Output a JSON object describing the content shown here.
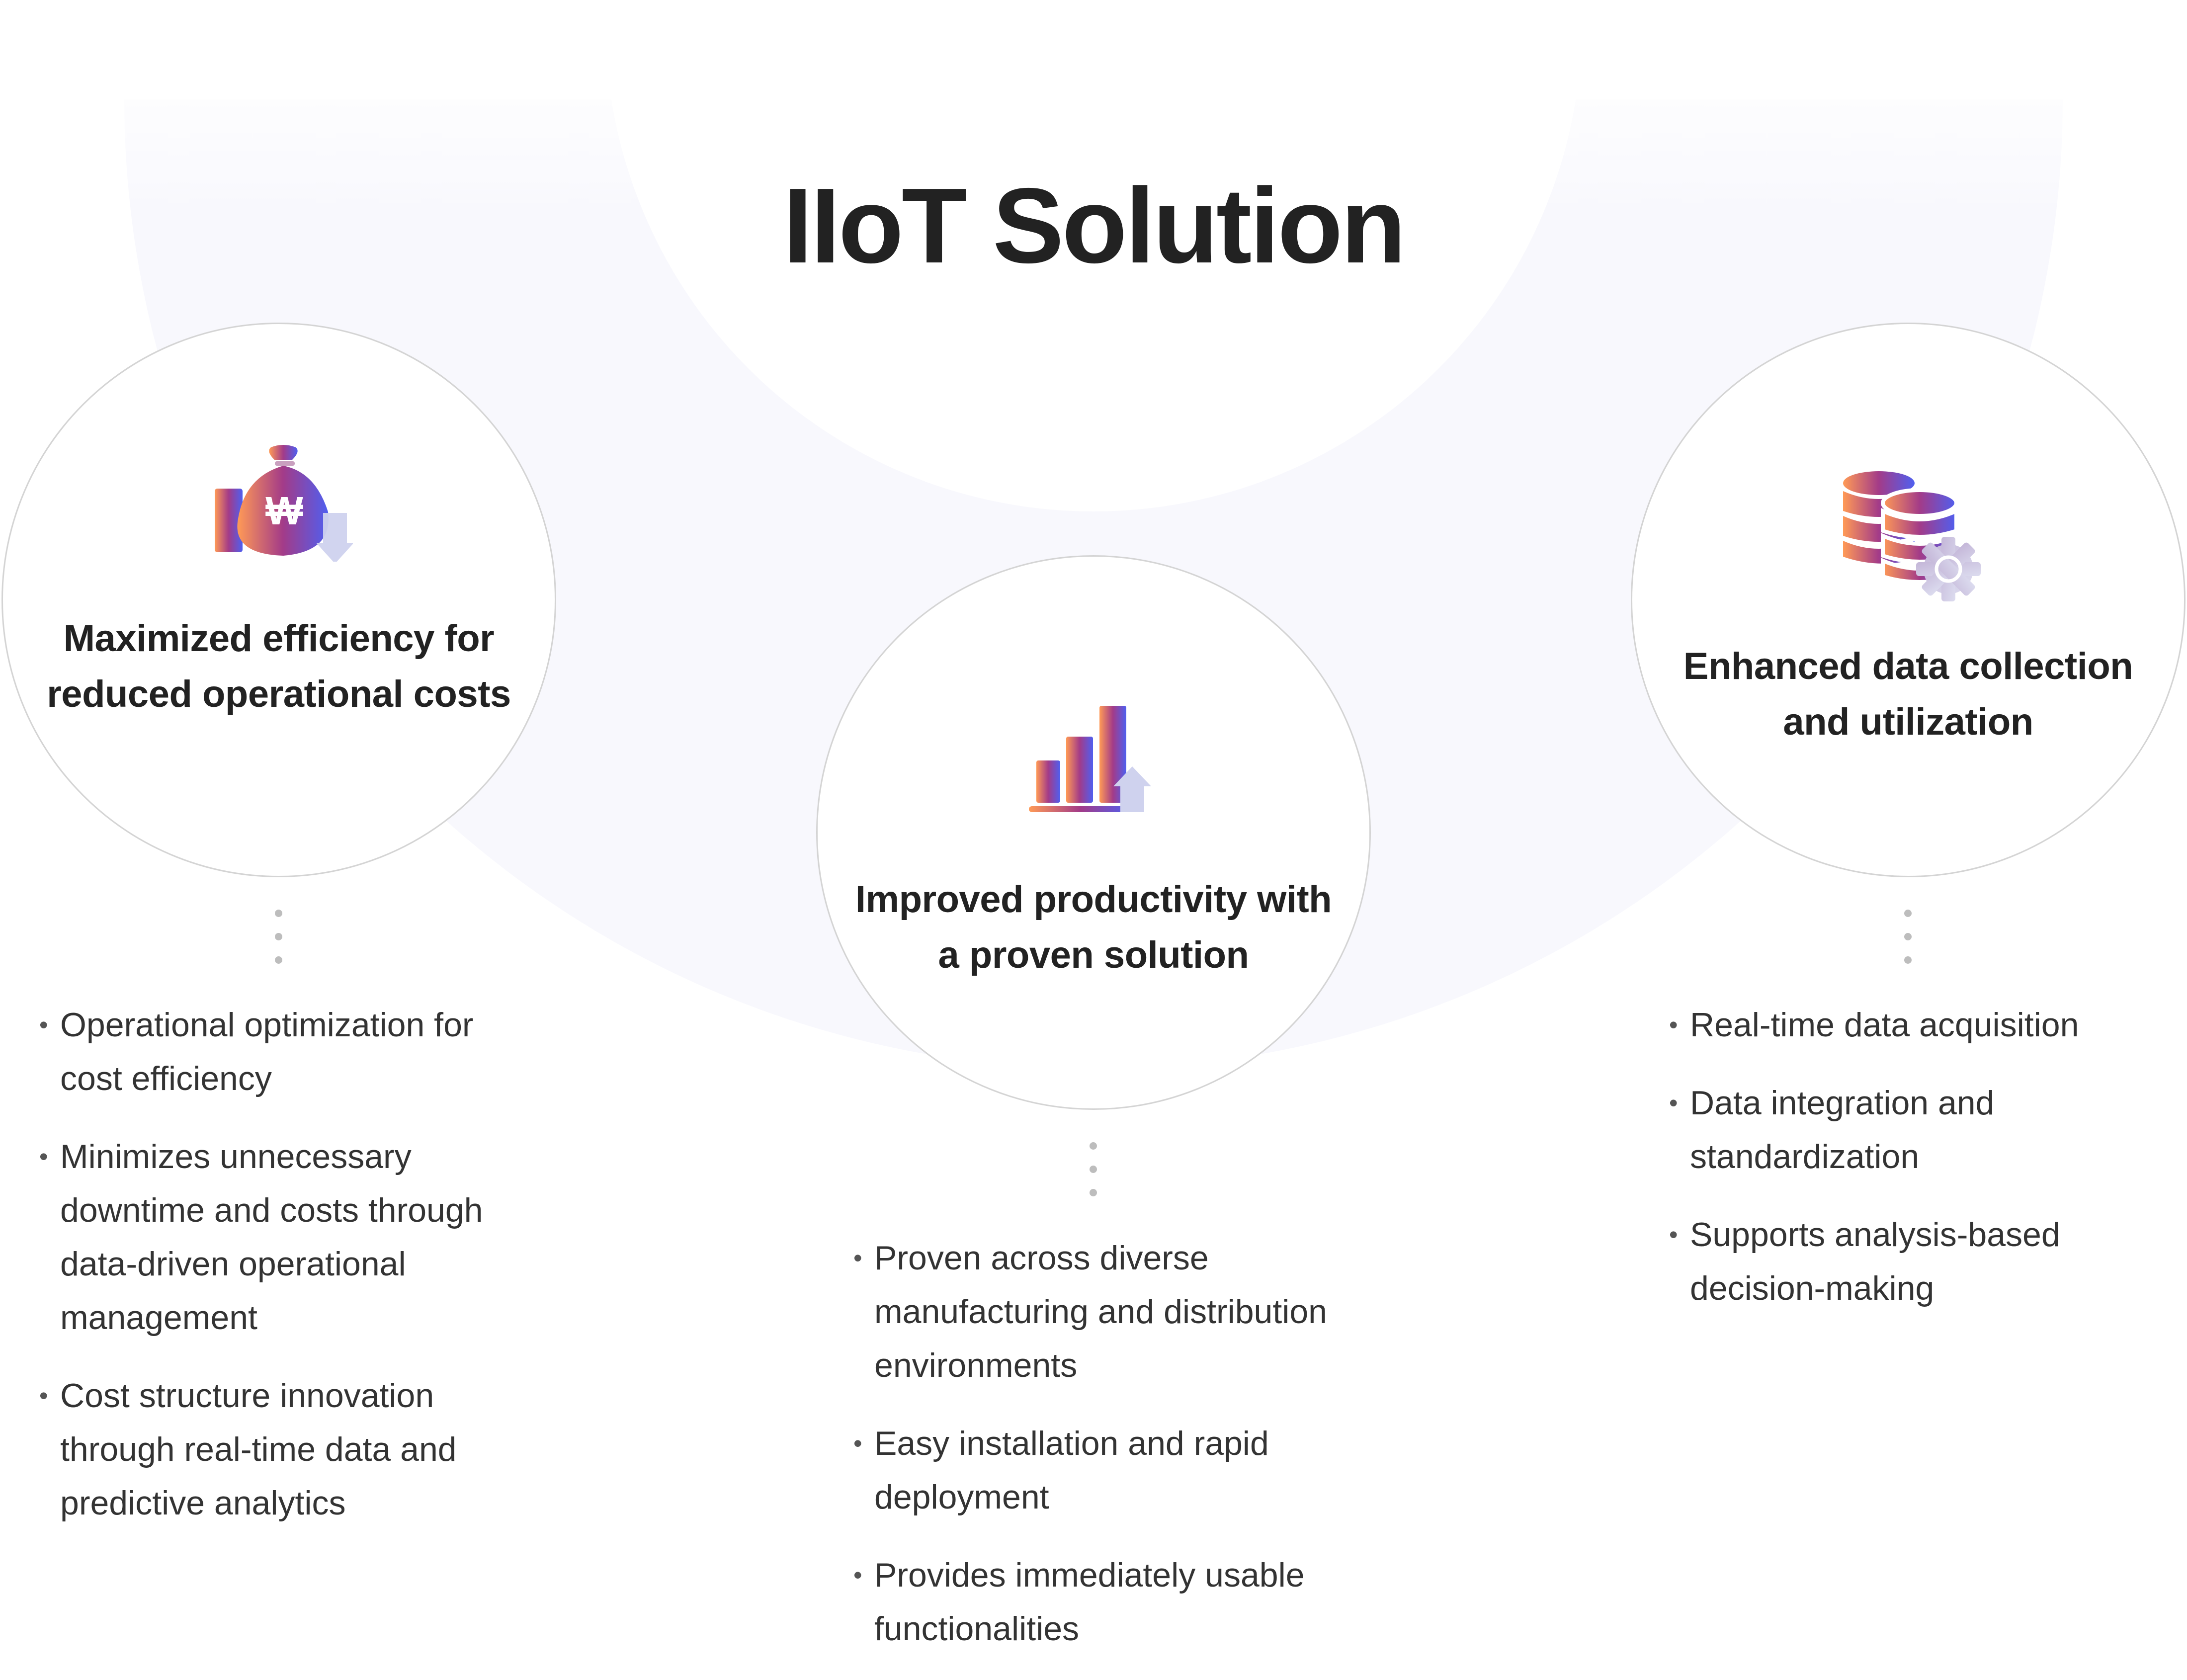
{
  "title": "IIoT Solution",
  "colors": {
    "gradient_start": "#ff9a56",
    "gradient_mid": "#a33b88",
    "gradient_end": "#4f5ff0",
    "accent_light": "#cfd0ee",
    "arc_bg": "#f8f8fd"
  },
  "cards": [
    {
      "icon": "money-bag-won-icon",
      "heading": "Maximized efficiency for reduced operational costs",
      "bullets": [
        "Operational optimization for cost efficiency",
        "Minimizes unnecessary downtime and costs through data-driven operational management",
        "Cost structure innovation through real-time data and predictive analytics"
      ]
    },
    {
      "icon": "bar-chart-up-icon",
      "heading": "Improved productivity with a proven solution",
      "bullets": [
        "Proven across diverse manufacturing and distribution environments",
        "Easy installation and rapid deployment",
        "Provides immediately usable functionalities"
      ]
    },
    {
      "icon": "database-gear-icon",
      "heading": "Enhanced data collection and utilization",
      "bullets": [
        "Real-time data acquisition",
        "Data integration and standardization",
        "Supports analysis-based decision-making"
      ]
    }
  ]
}
